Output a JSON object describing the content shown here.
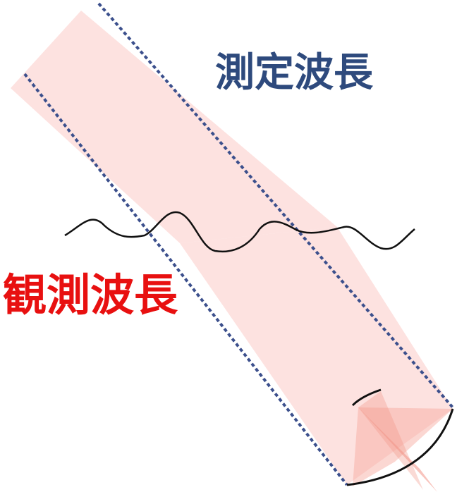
{
  "labels": {
    "measured_wavelength": "測定波長",
    "observed_wavelength": "観測波長"
  },
  "colors": {
    "beam_fill": "#fcd3cf",
    "beam_opacity": "0.65",
    "cone_fill": "#f7a79b",
    "dotted_outline": "#3b4f8c",
    "surface_line": "#111111",
    "measured_label": "#2e4a7d",
    "observed_label": "#e81010"
  }
}
